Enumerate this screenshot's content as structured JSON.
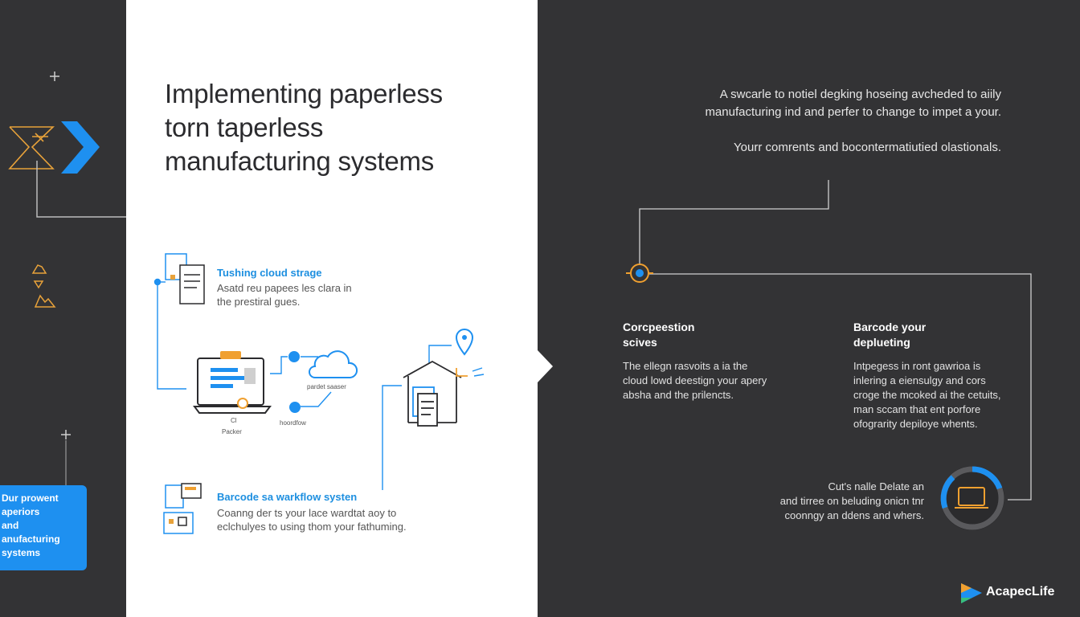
{
  "title": {
    "line1": "Implementing paperless",
    "line2": "torn taperless",
    "line3": "manufacturing systems"
  },
  "items": {
    "cloud": {
      "title": "Tushing cloud strage",
      "desc_line1": "Asatd reu papees les clara in",
      "desc_line2": "the prestiral gues."
    },
    "barcode": {
      "title": "Barcode sa warkflow systen",
      "desc_line1": "Coanng der ts your lace wardtat aoy to",
      "desc_line2": "eclchulyes to using thom your fathuming."
    }
  },
  "diagram_labels": {
    "pardet": "pardet saaser",
    "hoordfow": "hoordfow",
    "laptop_label1": "Cl",
    "laptop_label2": "Packer"
  },
  "right": {
    "intro_line1": "A swcarle to notiel degking hoseing avcheded to aiily",
    "intro_line2": "manufacturing ind and perfer to change to impet a your.",
    "intro_line3": "Yourr comrents and bocontermatiutied olastionals.",
    "card1": {
      "title_line1": "Corcpeestion",
      "title_line2": "scives",
      "body_line1": "The ellegn rasvoits a ia the",
      "body_line2": "cloud lowd deestign your apery",
      "body_line3": "absha and the prilencts."
    },
    "card2": {
      "title_line1": "Barcode your",
      "title_line2": "deplueting",
      "body_line1": "Intpegess in ront gawrioa is",
      "body_line2": "inlering a eiensulgy and cors",
      "body_line3": "croge the mcoked ai the cetuits,",
      "body_line4": "man sccam that ent porfore",
      "body_line5": "ofograrity depiloye whents."
    },
    "bottom": {
      "line1": "Cut's nalle Delate an",
      "line2": "and tirree on beluding onicn tnr",
      "line3": "coonngy an ddens and whers."
    }
  },
  "blue_box": {
    "line1": "Dur prowent",
    "line2": "aperiors",
    "line3": "and",
    "line4": "anufacturing",
    "line5": "systems"
  },
  "logo": {
    "text": "AcapecLife"
  },
  "colors": {
    "accent_blue": "#1e90f0",
    "accent_orange": "#f0a030",
    "dark": "#333335"
  }
}
